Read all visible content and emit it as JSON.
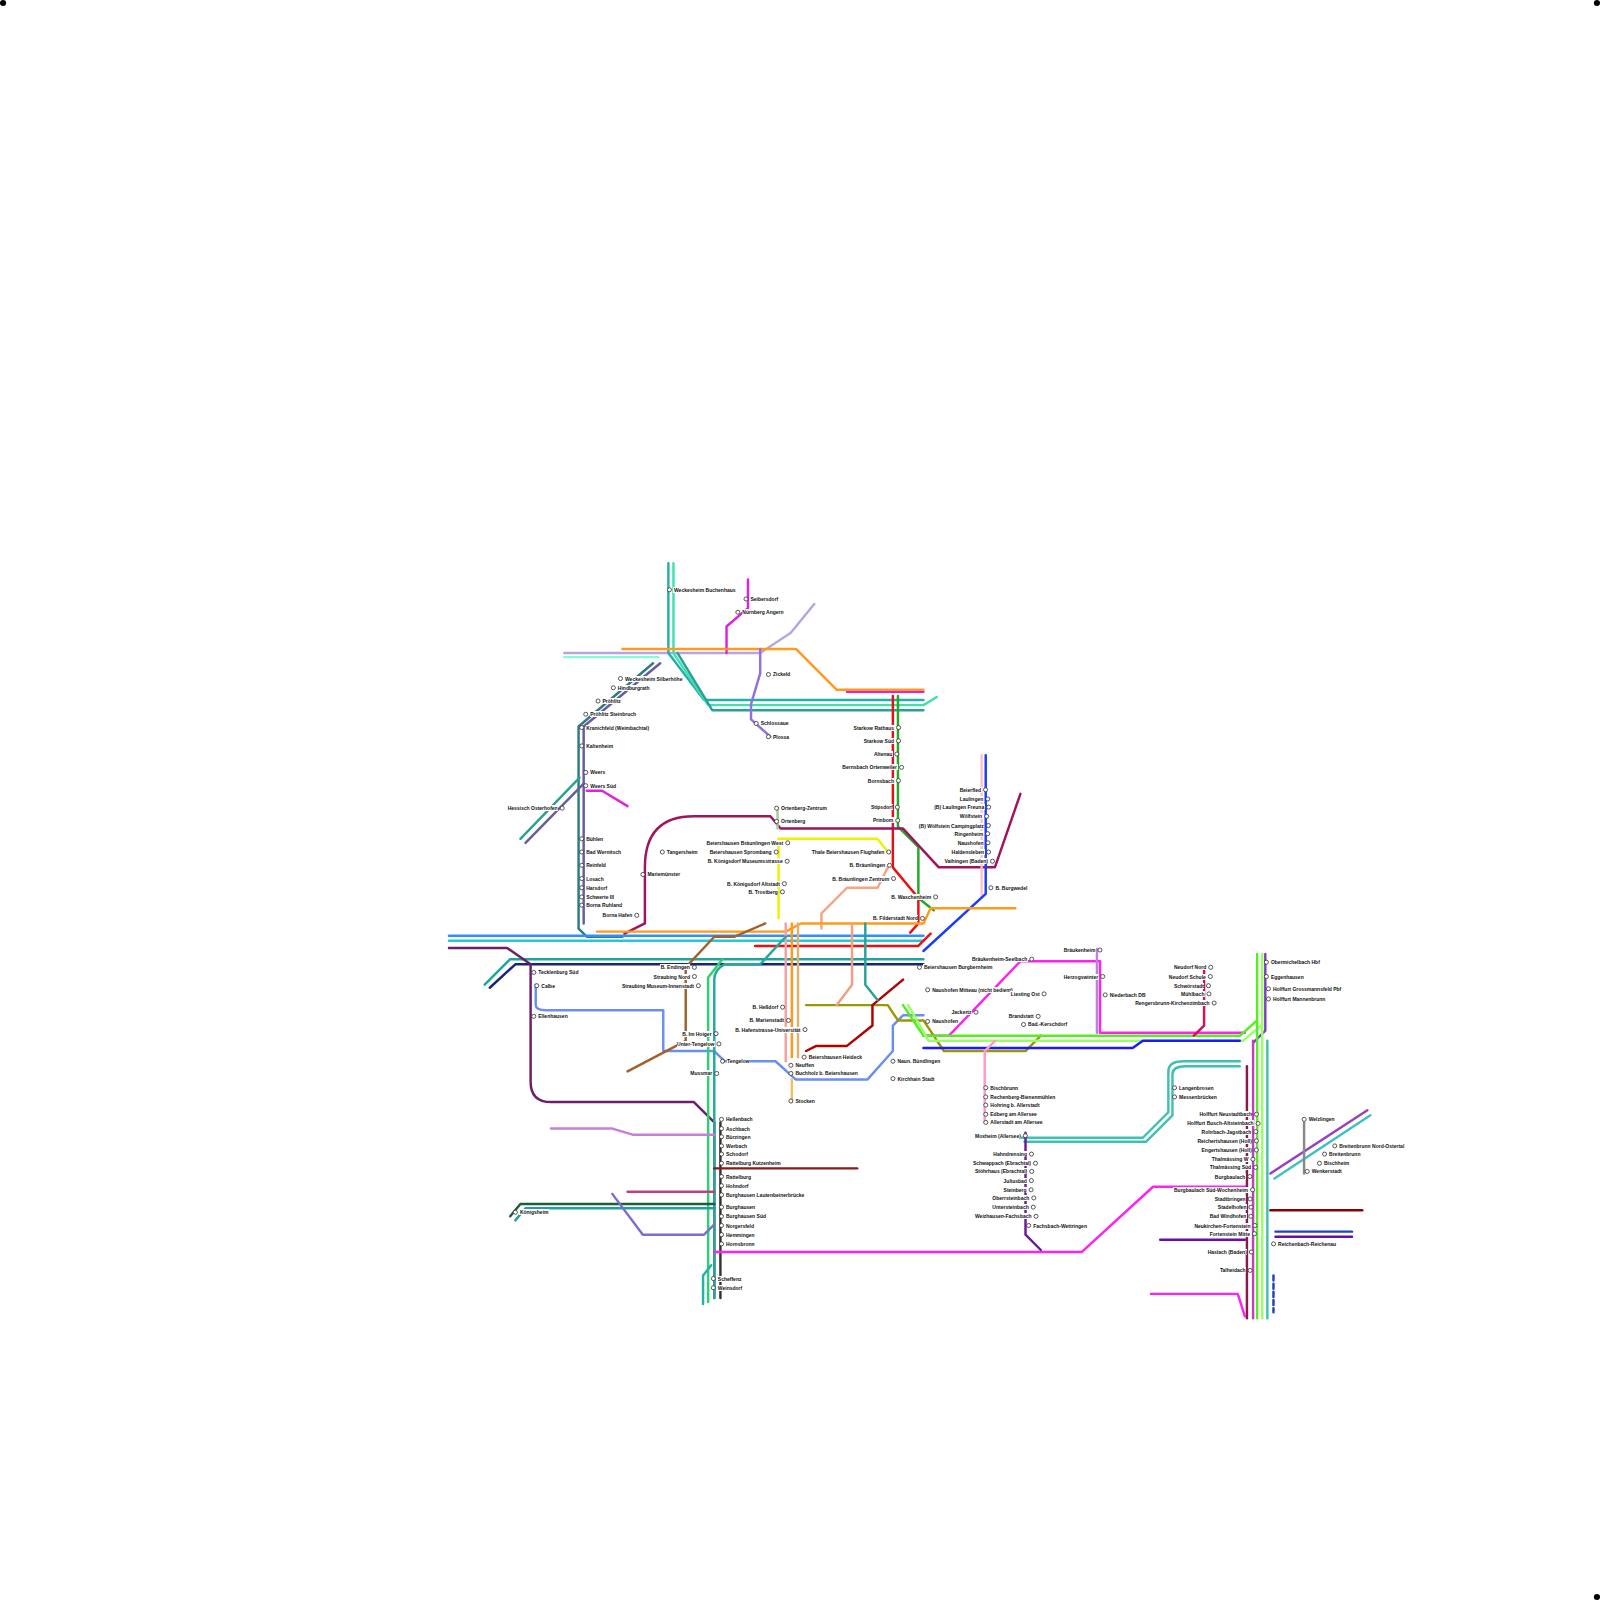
{
  "diagram": {
    "labels": [
      "Weckesheim Buchenhaus",
      "Seibersdorf",
      "Nürnberg Angern",
      "Weckesheim Silberhöhe",
      "Hindburgrath",
      "Pröhlitz",
      "Pröhlitz Steinbruch",
      "Kranichfeld (Weimbachtal)",
      "Kaltenheim",
      "Weers",
      "Weers Süd",
      "Hessisch Osterhofen",
      "Zickeld",
      "Schlossaue",
      "Plossa",
      "Starkow Rathaus",
      "Starkow Süd",
      "Altenau",
      "Bernsbach Ortenweiler",
      "Bornsbach",
      "Stipsdorf",
      "Prinbom",
      "Beierfled",
      "Laulingen",
      "(B)  Laulingen Freuna",
      "Wölfstein",
      "(B)  Wölfstein Campingplatz",
      "Ringenheim",
      "Naushofen",
      "Haldensleben",
      "Vaihingen (Baden)",
      "Ortenberg-Zentrum",
      "Ortenberg",
      "Beiershausen Bräunlingen West",
      "Beiershausen Sprombang",
      "B. Königsdorf Museumsstrasse",
      "Thale Beiershausen Flughafen",
      "B. Bräunlingen",
      "B. Bräunlingen Zentrum",
      "B. Königsdorf Altstadt",
      "B. Trostberg",
      "B. Waschenheim",
      "B. Burgwedel",
      "Tangersheim",
      "Mariemünster",
      "Bühlen",
      "Bad Wernitsch",
      "Reinfeld",
      "Losach",
      "Harsdorf",
      "Schwerte III",
      "Borna Ruhland",
      "Borna Hafen",
      "B. Filderstadt Nord",
      "Beiershausen Burgbernheim",
      "Bräukenheim-Seelbach",
      "Bräukenheim",
      "Herzogswinter",
      "Niederbach DB",
      "Naushofen Mitteau (nicht bedient)",
      "Jackertz",
      "Naushofen",
      "Liesting Ost",
      "Brandstatt",
      "Bad.-Kerschdorf",
      "B. Endingen",
      "Straubing Nord",
      "Straubing Museum-Innenstadt",
      "Tecklenburg Süd",
      "Calbe",
      "Ellenhausen",
      "B. Heßdorf",
      "B. Marienstadt",
      "B. Hafenstrasse-Universität",
      "B. Im Hoiger",
      "Unter-Tengelow",
      "Tengelow",
      "Mussmar",
      "Beiershausen Heideck",
      "Neuffen",
      "Buchholz b. Beiershausen",
      "Stocken",
      "Naun. Bündlingen",
      "Kirchhain Stadt",
      "Obermichelbach Hbf",
      "Eggenhausen",
      "Holffurt Grossmannsfeld Pbf",
      "Holffurt Mannenbrunn",
      "Neudorf Nord",
      "Neudorf Schule",
      "Schwörstadt",
      "Mühlbach",
      "Rengersbrunn-Kirchenzimbach",
      "Langenbrosen",
      "Messenbrücken",
      "Bischbrunn",
      "Rechenberg-Bienenmühlen",
      "Hohring b. Allerstadt",
      "Edberg am Allersee",
      "Allerstadt am Allersee",
      "Moxheim (Allersee)",
      "Hahndrensing",
      "Schwappach (Ebrachtal)",
      "Stöhrhaus (Ebrachtal)",
      "Juliusbad",
      "Steinberg",
      "Oberrsteinbach",
      "Untersteinbach",
      "Weizhausen-Fachsbach",
      "Fachsbach-Wettringen",
      "Hellenbach",
      "Aschbach",
      "Bürzingen",
      "Werbach",
      "Schodorf",
      "Rattelburg Kutzenheim",
      "Rattelburg",
      "Hohndorf",
      "Burghausen Lautenbeinerbrücke",
      "Burghausen",
      "Burghausen Süd",
      "Norgersfeld",
      "Hemmingen",
      "Hornsbronn",
      "Scheffenz",
      "Weinsdorf",
      "Königsheim",
      "Holffurt Neustadtbach",
      "Holffurt Busch-Altsteinbach",
      "Rohrbach-Jagstbach",
      "Reichertshausen (Holl)",
      "Engertshausen (Holl)",
      "Thalmässing W",
      "Thalmässing Süd",
      "Burgbaulach",
      "Burgbaulach Süd-Wochenheim",
      "Stadtbringen",
      "Stadelhofen",
      "Bad Windhofen",
      "Neukirchen-Fortenstein",
      "Fortenstein Mitte",
      "Reichenbach-Reichenau",
      "Haslach (Baden)",
      "Talheidach",
      "Welzlingen",
      "Breitenbrunn Nord-Ostertal",
      "Breitenbrunn",
      "Bischheim",
      "Wenkerstadt"
    ]
  }
}
